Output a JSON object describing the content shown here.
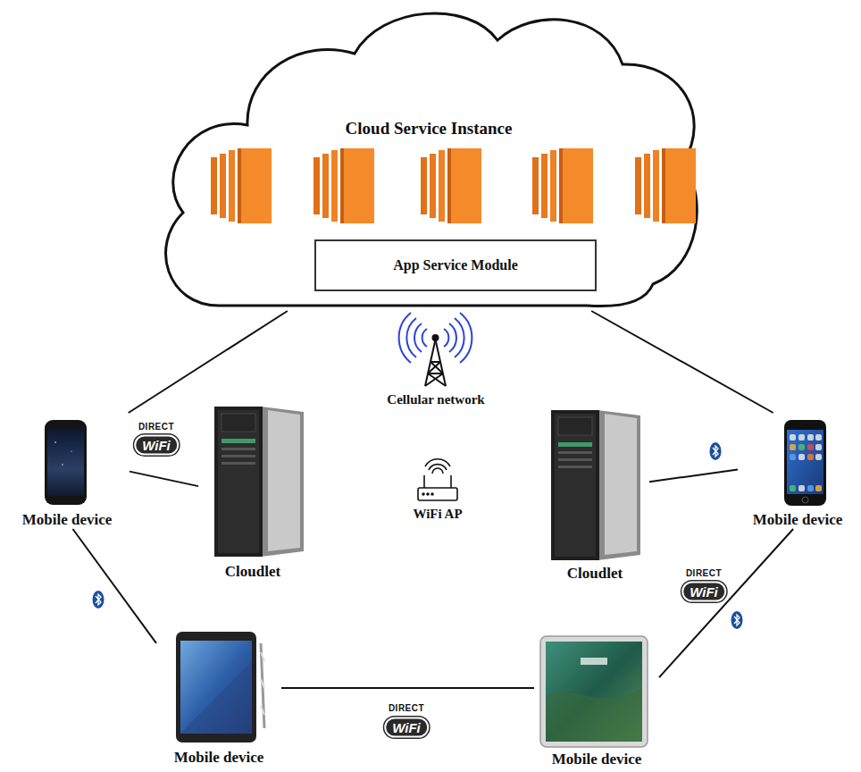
{
  "diagram": {
    "nodes": [
      {
        "text": [
          "Cloud Service Instance"
        ]
      },
      {
        "text": [
          "App Service Module"
        ],
        "in": 0
      },
      {
        "text": [
          "Mobile device"
        ]
      },
      {
        "text": [
          "Cloudlet"
        ]
      },
      {
        "text": [
          "Cloudlet"
        ]
      },
      {
        "text": [
          "Mobile device"
        ]
      },
      {
        "text": [
          "Mobile device"
        ]
      },
      {
        "text": [
          "Mobile device"
        ]
      }
    ],
    "edges": [
      {
        "from": 0,
        "to": 2,
        "arrow": "none"
      },
      {
        "from": 0,
        "to": 5,
        "arrow": "none"
      },
      {
        "from": 2,
        "to": 3,
        "arrow": "none"
      },
      {
        "from": 4,
        "to": 5,
        "arrow": "none"
      },
      {
        "from": 2,
        "to": 6,
        "arrow": "none"
      },
      {
        "from": 6,
        "to": 7,
        "arrow": "none"
      },
      {
        "from": 5,
        "to": 7,
        "arrow": "none"
      }
    ],
    "labels": [
      "Cellular network",
      "WiFi AP",
      "DIRECT",
      "WiFi",
      "DIRECT",
      "WiFi",
      "DIRECT",
      "WiFi"
    ]
  }
}
